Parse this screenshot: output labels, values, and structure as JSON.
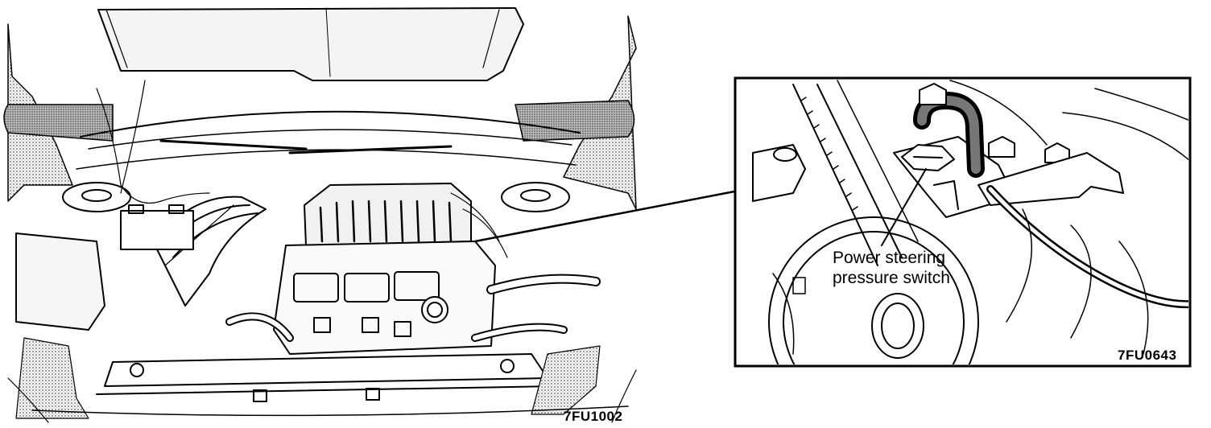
{
  "figure": {
    "main_code": "7FU1002",
    "inset_code": "7FU0643",
    "callout": {
      "line1": "Power steering",
      "line2": "pressure switch"
    }
  },
  "colors": {
    "ink": "#000000",
    "shade": "#9a9a9a",
    "paper": "#ffffff"
  }
}
